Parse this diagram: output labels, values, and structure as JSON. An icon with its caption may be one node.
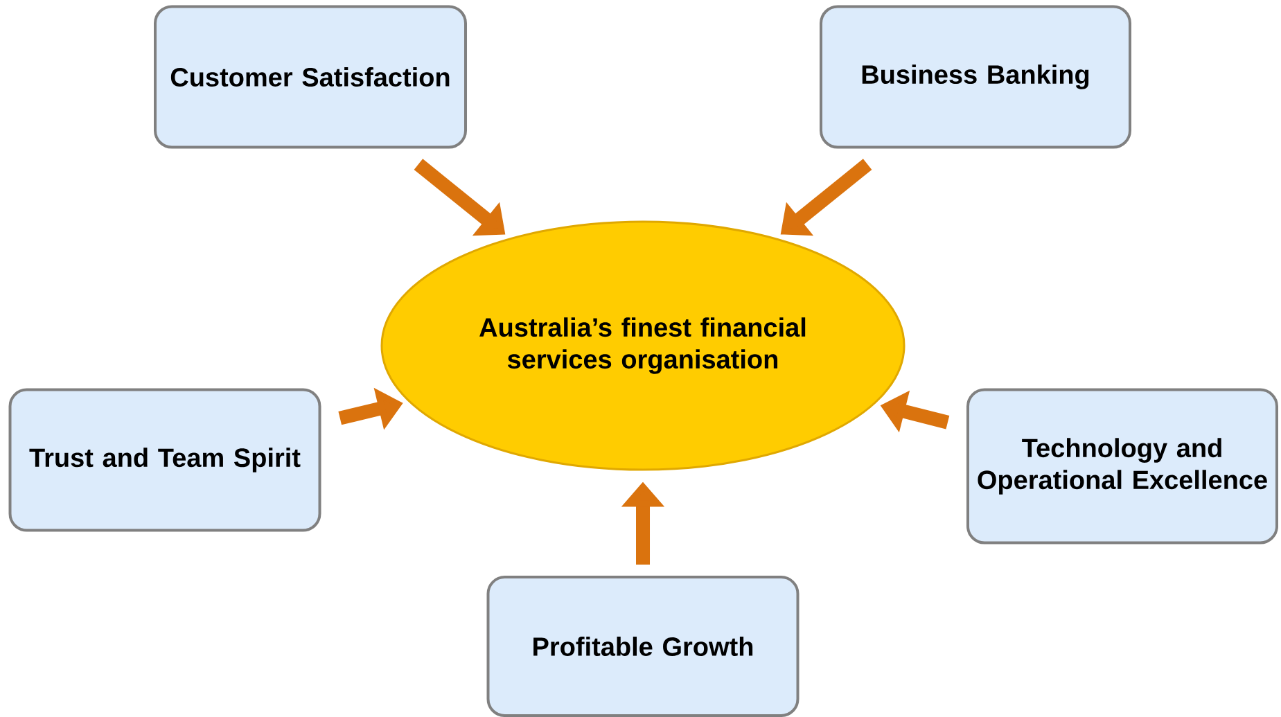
{
  "diagram": {
    "nodes": [
      {
        "text": [
          "Customer Satisfaction"
        ]
      },
      {
        "text": [
          "Business Banking"
        ]
      },
      {
        "text": [
          "Australia’s finest financial services organisation"
        ]
      },
      {
        "text": [
          "Trust and Team Spirit"
        ]
      },
      {
        "text": [
          "Technology and Operational Excellence"
        ]
      },
      {
        "text": [
          "Profitable Growth"
        ]
      }
    ],
    "edges": [
      {
        "from": 0,
        "to": 2,
        "arrow": "to"
      },
      {
        "from": 1,
        "to": 2,
        "arrow": "to"
      },
      {
        "from": 3,
        "to": 2,
        "arrow": "to"
      },
      {
        "from": 4,
        "to": 2,
        "arrow": "to"
      },
      {
        "from": 5,
        "to": 2,
        "arrow": "to"
      }
    ]
  }
}
